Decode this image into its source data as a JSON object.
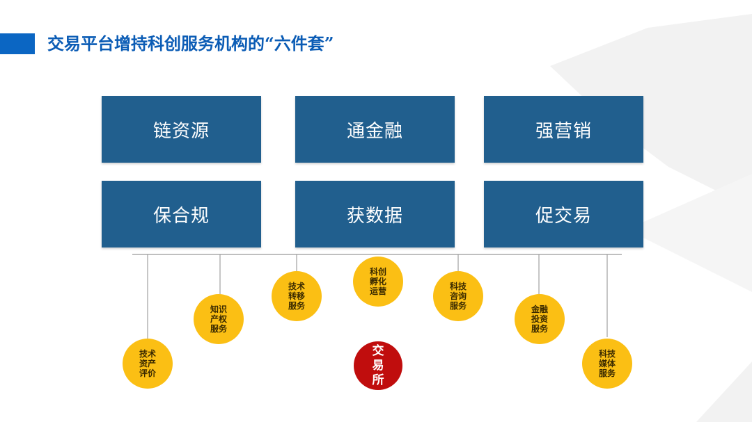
{
  "title": "交易平台增持科创服务机构的“六件套”",
  "boxes": [
    "链资源",
    "通金融",
    "强营销",
    "保合规",
    "获数据",
    "促交易"
  ],
  "services": [
    "技术资产评价",
    "知识产权服务",
    "技术转移服务",
    "科创孵化运营",
    "科技咨询服务",
    "金融投资服务",
    "科技媒体服务"
  ],
  "center": "交易所",
  "colors": {
    "box": "#215f8e",
    "circle": "#fbbf14",
    "center": "#c00d0d",
    "title": "#0b5cb5",
    "accent_bar": "#0b66c3"
  }
}
